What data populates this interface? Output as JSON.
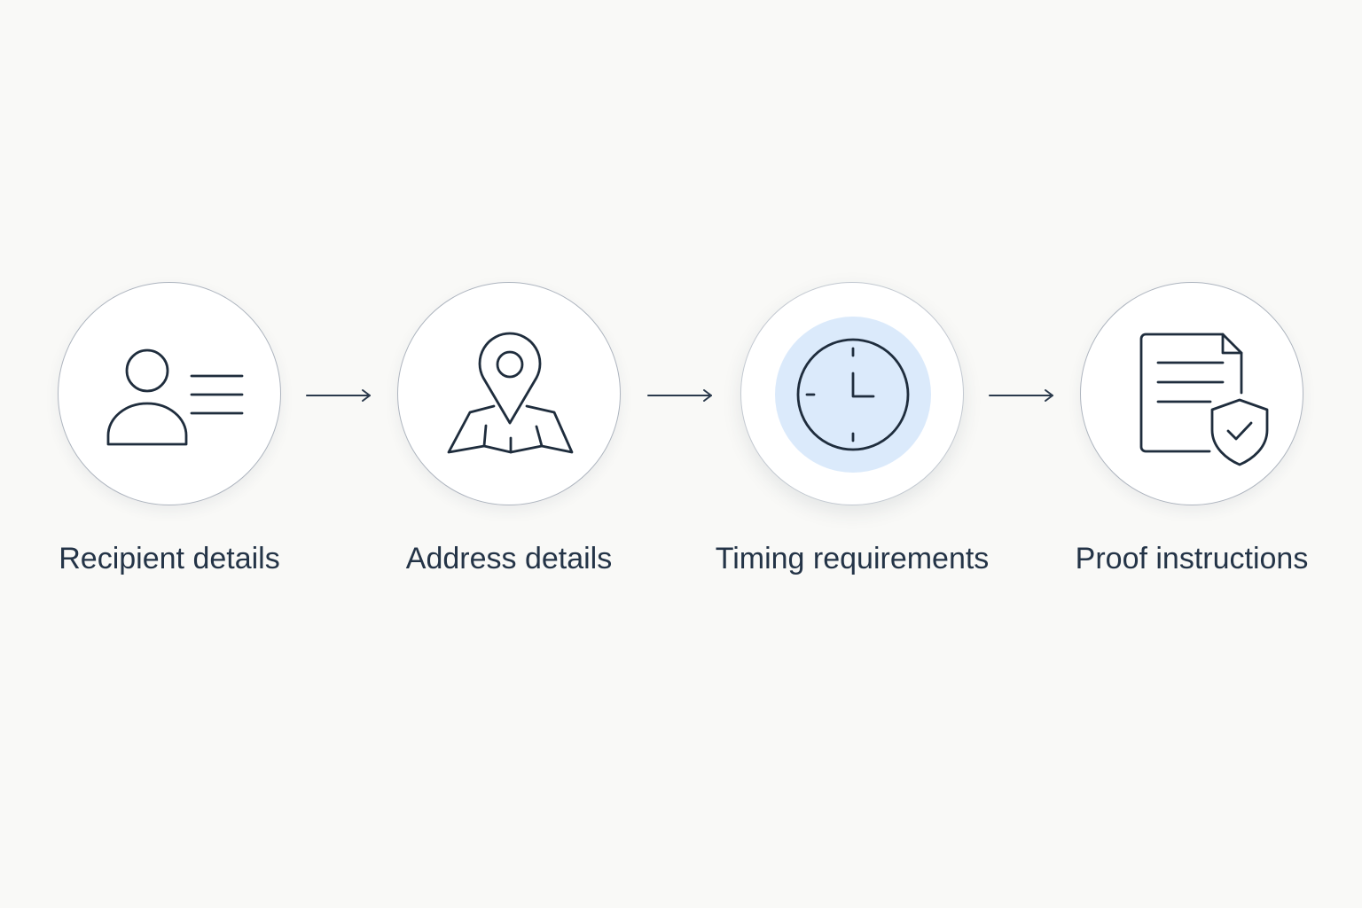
{
  "steps": [
    {
      "label": "Recipient details",
      "icon": "recipient-card-icon",
      "active": false
    },
    {
      "label": "Address details",
      "icon": "map-pin-icon",
      "active": false
    },
    {
      "label": "Timing requirements",
      "icon": "clock-icon",
      "active": true
    },
    {
      "label": "Proof instructions",
      "icon": "document-shield-icon",
      "active": false
    }
  ],
  "colors": {
    "background": "#f9f9f7",
    "circle_border": "#aeb5bf",
    "icon_stroke": "#1f2d3d",
    "text": "#243447",
    "active_highlight": "#dbeafb"
  }
}
